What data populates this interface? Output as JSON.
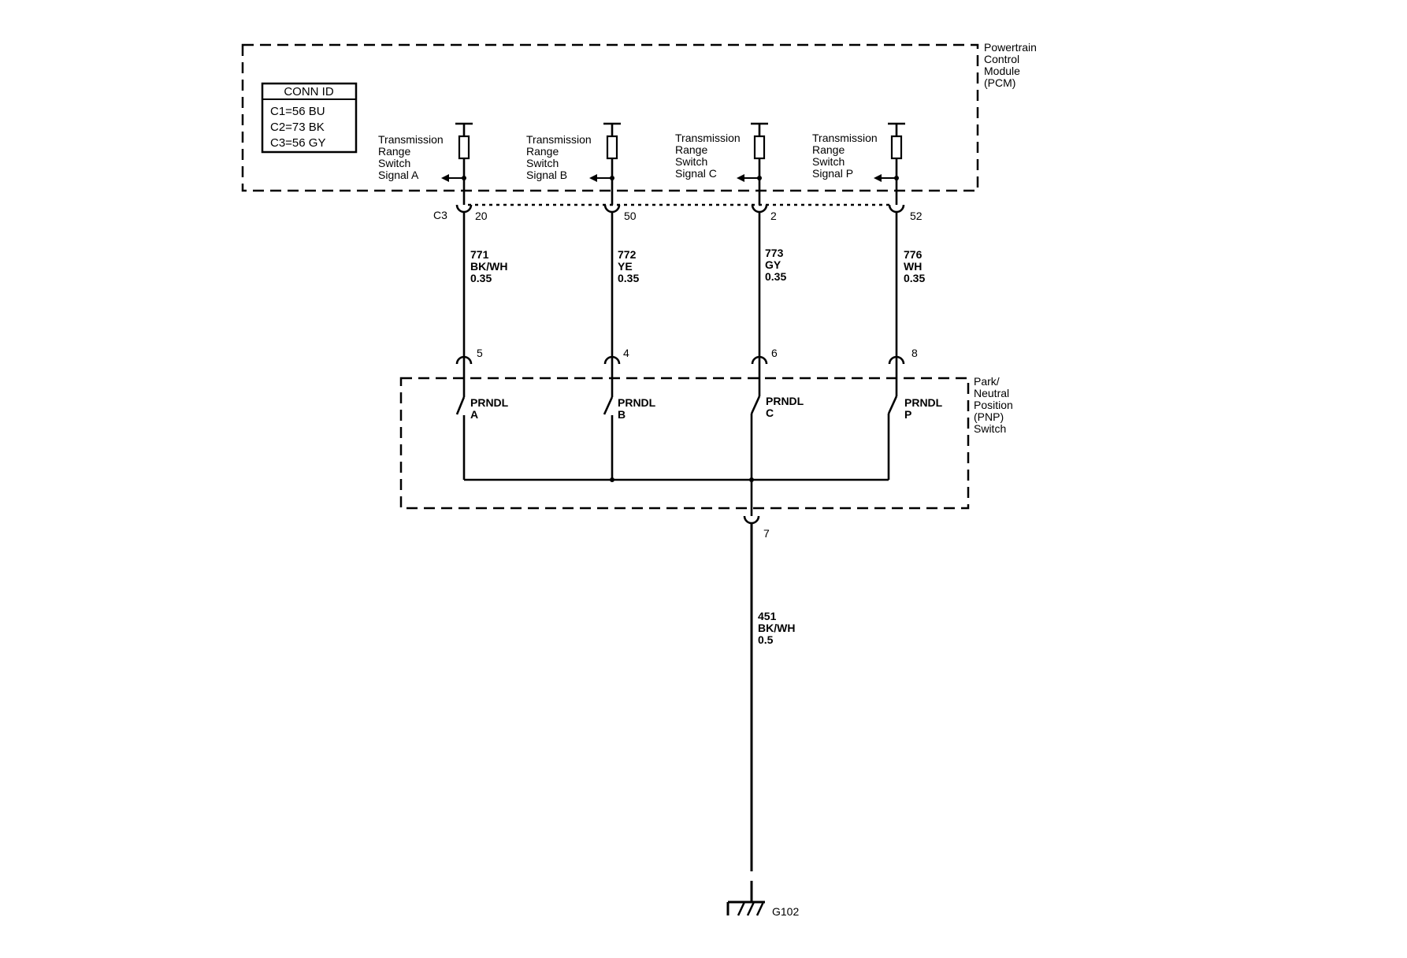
{
  "pcm": {
    "name": [
      "Powertrain",
      "Control",
      "Module",
      "(PCM)"
    ],
    "conn_id": {
      "title": "CONN ID",
      "rows": [
        "C1=56 BU",
        "C2=73 BK",
        "C3=56 GY"
      ]
    },
    "connector": "C3"
  },
  "pnp": {
    "name": [
      "Park/",
      "Neutral",
      "Position",
      "(PNP)",
      "Switch"
    ]
  },
  "circuits": [
    {
      "signal": [
        "Transmission",
        "Range",
        "Switch",
        "Signal A"
      ],
      "pcm_pin": "20",
      "wire": [
        "771",
        "BK/WH",
        "0.35"
      ],
      "pnp_pin": "5",
      "switch": [
        "PRNDL",
        "A"
      ]
    },
    {
      "signal": [
        "Transmission",
        "Range",
        "Switch",
        "Signal B"
      ],
      "pcm_pin": "50",
      "wire": [
        "772",
        "YE",
        "0.35"
      ],
      "pnp_pin": "4",
      "switch": [
        "PRNDL",
        "B"
      ]
    },
    {
      "signal": [
        "Transmission",
        "Range",
        "Switch",
        "Signal C"
      ],
      "pcm_pin": "2",
      "wire": [
        "773",
        "GY",
        "0.35"
      ],
      "pnp_pin": "6",
      "switch": [
        "PRNDL",
        "C"
      ]
    },
    {
      "signal": [
        "Transmission",
        "Range",
        "Switch",
        "Signal P"
      ],
      "pcm_pin": "52",
      "wire": [
        "776",
        "WH",
        "0.35"
      ],
      "pnp_pin": "8",
      "switch": [
        "PRNDL",
        "P"
      ]
    }
  ],
  "ground": {
    "pin": "7",
    "wire": [
      "451",
      "BK/WH",
      "0.5"
    ],
    "label": "G102"
  }
}
